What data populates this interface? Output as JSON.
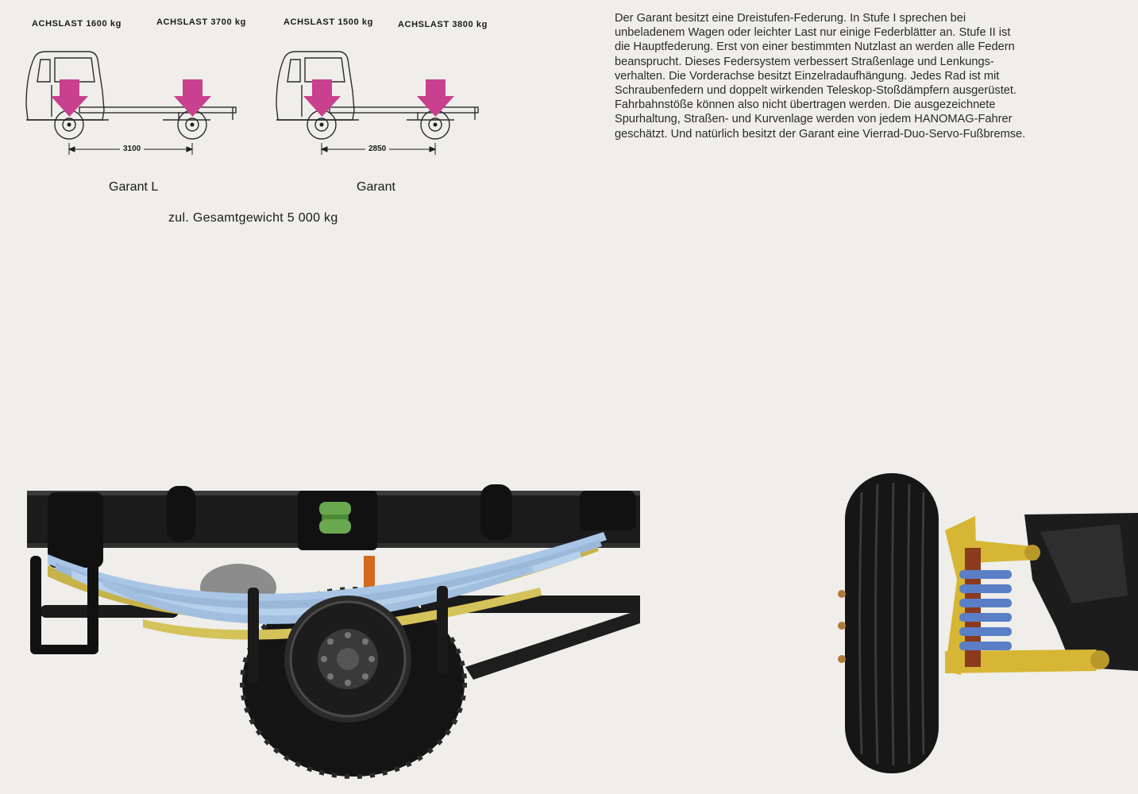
{
  "diagrams": [
    {
      "model": "Garant L",
      "front_axle_load": "ACHSLAST 1600 kg",
      "rear_axle_load": "ACHSLAST 3700 kg",
      "wheelbase": "3100"
    },
    {
      "model": "Garant",
      "front_axle_load": "ACHSLAST 1500 kg",
      "rear_axle_load": "ACHSLAST 3800 kg",
      "wheelbase": "2850"
    }
  ],
  "gross_weight": "zul. Gesamtgewicht 5 000 kg",
  "description_lines": [
    "Der Garant besitzt eine Dreistufen-Federung. In Stufe I sprechen bei",
    "unbeladenem Wagen oder leichter Last nur einige Federblätter an. Stufe II ist",
    "die Hauptfederung. Erst von einer bestimmten Nutzlast an werden alle Federn",
    "beansprucht. Dieses Federsystem verbessert Straßenlage und Lenkungs-",
    "verhalten. Die Vorderachse besitzt Einzelradaufhängung. Jedes Rad ist mit",
    "Schraubenfedern und doppelt wirkenden Teleskop-Stoßdämpfern ausgerüstet.",
    "Fahrbahnstöße können also nicht übertragen werden. Die ausgezeichnete",
    "Spurhaltung, Straßen- und Kurvenlage werden von jedem HANOMAG-Fahrer",
    "geschätzt. Und natürlich besitzt der Garant eine Vierrad-Duo-Servo-Fußbremse."
  ],
  "colors": {
    "arrow": "#c8408e",
    "page_background": "#efeeea",
    "leaf_spring": "#a9c6e6",
    "coil_spring": "#5a7fc7",
    "suspension_arm": "#d6b634",
    "frame": "#1b1b1b"
  }
}
